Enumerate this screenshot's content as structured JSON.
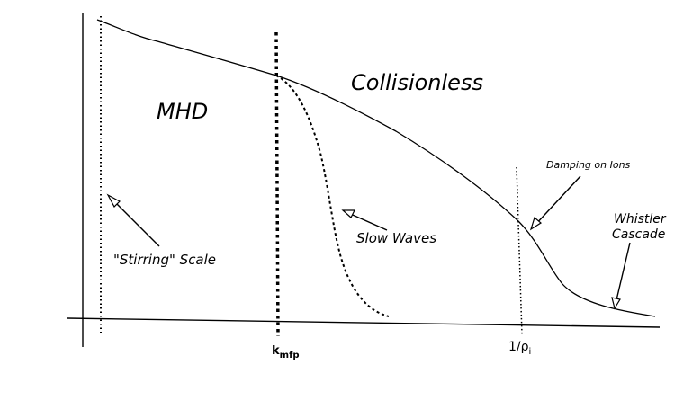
{
  "labels": {
    "mhd": "MHD",
    "collisionless": "Collisionless",
    "stirring": "\"Stirring\" Scale",
    "slow_waves": "Slow Waves",
    "damping": "Damping on Ions",
    "whistler_line1": "Whistler",
    "whistler_line2": "Cascade"
  },
  "ticks": {
    "kmfp_main": "k",
    "kmfp_sub": "mfp",
    "rho_prefix": "1/ρ",
    "rho_sub": "i"
  }
}
